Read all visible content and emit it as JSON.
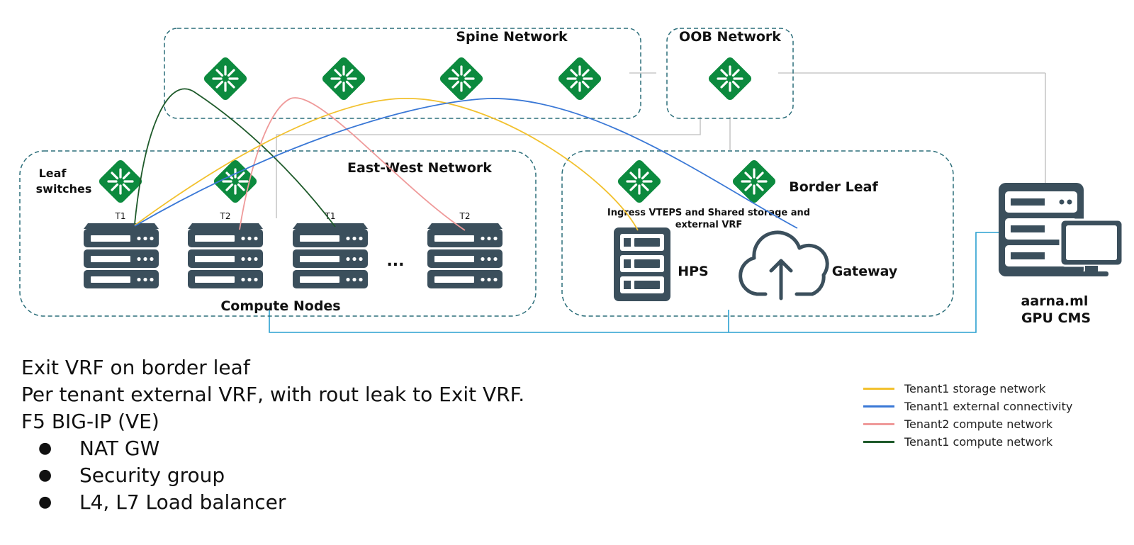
{
  "groups": {
    "spine": "Spine Network",
    "oob": "OOB Network",
    "east_west": "East-West Network",
    "leaf_switches_line1": "Leaf",
    "leaf_switches_line2": "switches",
    "compute_nodes": "Compute Nodes",
    "border_leaf": "Border Leaf",
    "ingress_line1": "Ingress VTEPS and Shared storage and",
    "ingress_line2": "external  VRF",
    "hps": "HPS",
    "gateway": "Gateway",
    "cms_line1": "aarna.ml",
    "cms_line2": "GPU CMS",
    "ellipsis": "..."
  },
  "compute_tags": [
    "T1",
    "T2",
    "T1",
    "T2"
  ],
  "notes": {
    "lines": [
      "Exit VRF on border leaf",
      "Per tenant external VRF, with rout leak to Exit VRF.",
      "F5 BIG-IP (VE)"
    ],
    "bullets": [
      "NAT GW",
      "Security group",
      "L4, L7 Load balancer"
    ]
  },
  "legend": [
    {
      "label": "Tenant1 storage network",
      "color": "#f2c12e"
    },
    {
      "label": "Tenant1 external connectivity",
      "color": "#3a78d6"
    },
    {
      "label": "Tenant2 compute network",
      "color": "#ef9a9a"
    },
    {
      "label": "Tenant1 compute network",
      "color": "#1e5a2a"
    }
  ],
  "colors": {
    "switch_green": "#0c8a3e",
    "server_dark": "#3b4f5c",
    "dashed_border": "#2c6e7a",
    "link_grey": "#c8c8c8",
    "link_blue": "#2aa0d0"
  }
}
